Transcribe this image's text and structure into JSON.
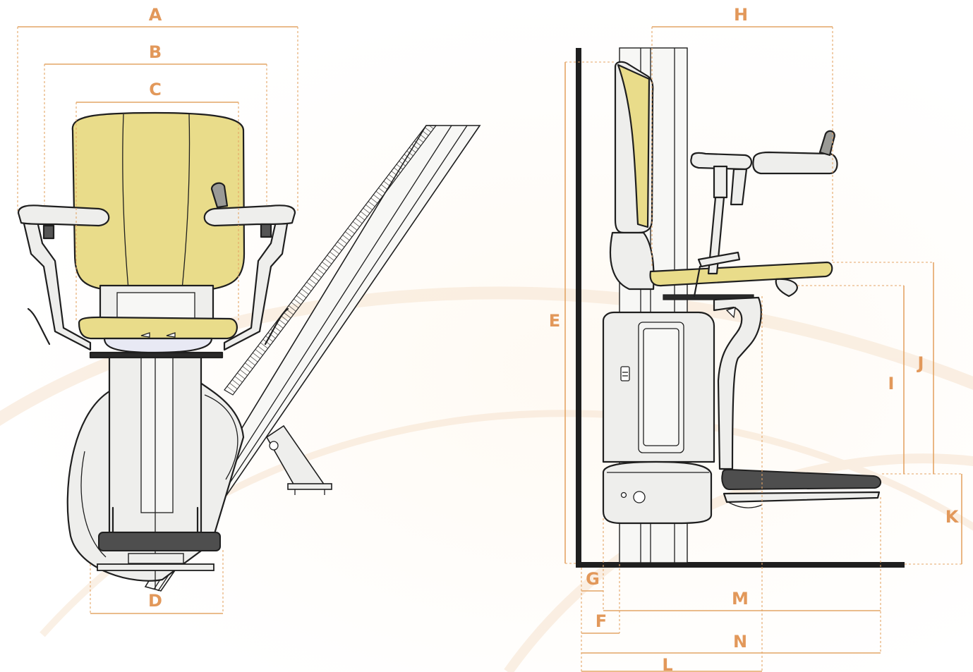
{
  "labels": {
    "A": "A",
    "B": "B",
    "C": "C",
    "D": "D",
    "E": "E",
    "F": "F",
    "G": "G",
    "H": "H",
    "I": "I",
    "J": "J",
    "K": "K",
    "L": "L",
    "M": "M",
    "N": "N"
  },
  "colors": {
    "dimension": "#e4a566",
    "label": "#e2985a",
    "upholstery": "#e9dc8a",
    "frame": "#eeeeec",
    "outline": "#1f1f1f"
  }
}
